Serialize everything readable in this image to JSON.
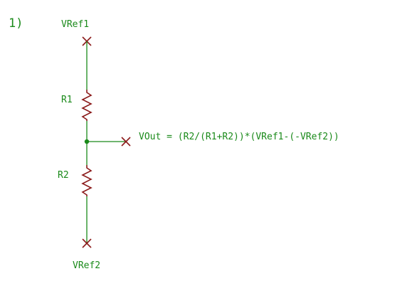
{
  "diagram": {
    "index_label": "1)",
    "net_top": "VRef1",
    "net_bottom": "VRef2",
    "resistor_top": "R1",
    "resistor_bottom": "R2",
    "output_label": "VOut = (R2/(R1+R2))*(VRef1-(-VRef2))"
  },
  "colors": {
    "wire": "#1a8a1a",
    "component": "#8b1a1a",
    "text": "#1a8a1a"
  }
}
